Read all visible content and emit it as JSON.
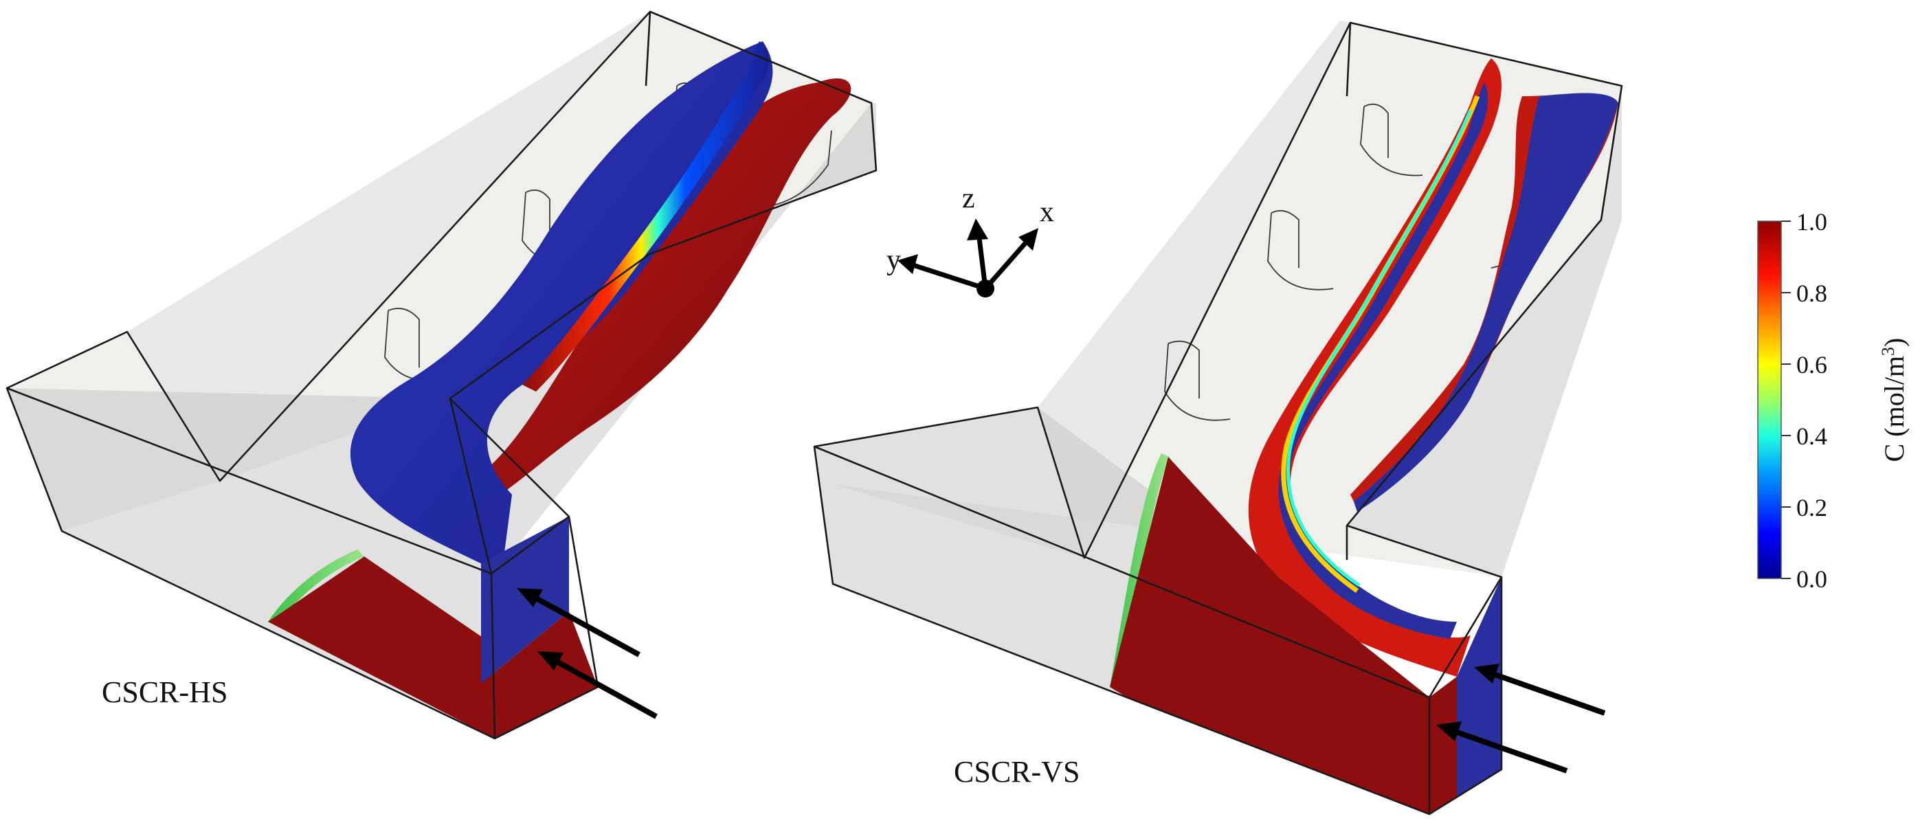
{
  "panels": [
    {
      "label": "CSCR-HS",
      "inlet_arrows": 2,
      "inlet_top_color": "#2a2fa0",
      "inlet_bottom_color": "#8c0e0e"
    },
    {
      "label": "CSCR-VS",
      "inlet_arrows": 2,
      "inlet_left_color": "#8c0e0e",
      "inlet_right_color": "#2a2fa0"
    }
  ],
  "axes": {
    "x": "x",
    "y": "y",
    "z": "z"
  },
  "colorbar": {
    "title_prefix": "C (mol/m",
    "title_sup": "3",
    "title_suffix": ")",
    "ticks": [
      "0.0",
      "0.2",
      "0.4",
      "0.6",
      "0.8",
      "1.0"
    ],
    "min": 0.0,
    "max": 1.0,
    "colormap": "jet",
    "stops": [
      "#00008f",
      "#0000ff",
      "#00a0ff",
      "#20ffdf",
      "#9fff60",
      "#ffff00",
      "#ff8f00",
      "#ff1000",
      "#8f0000"
    ]
  }
}
